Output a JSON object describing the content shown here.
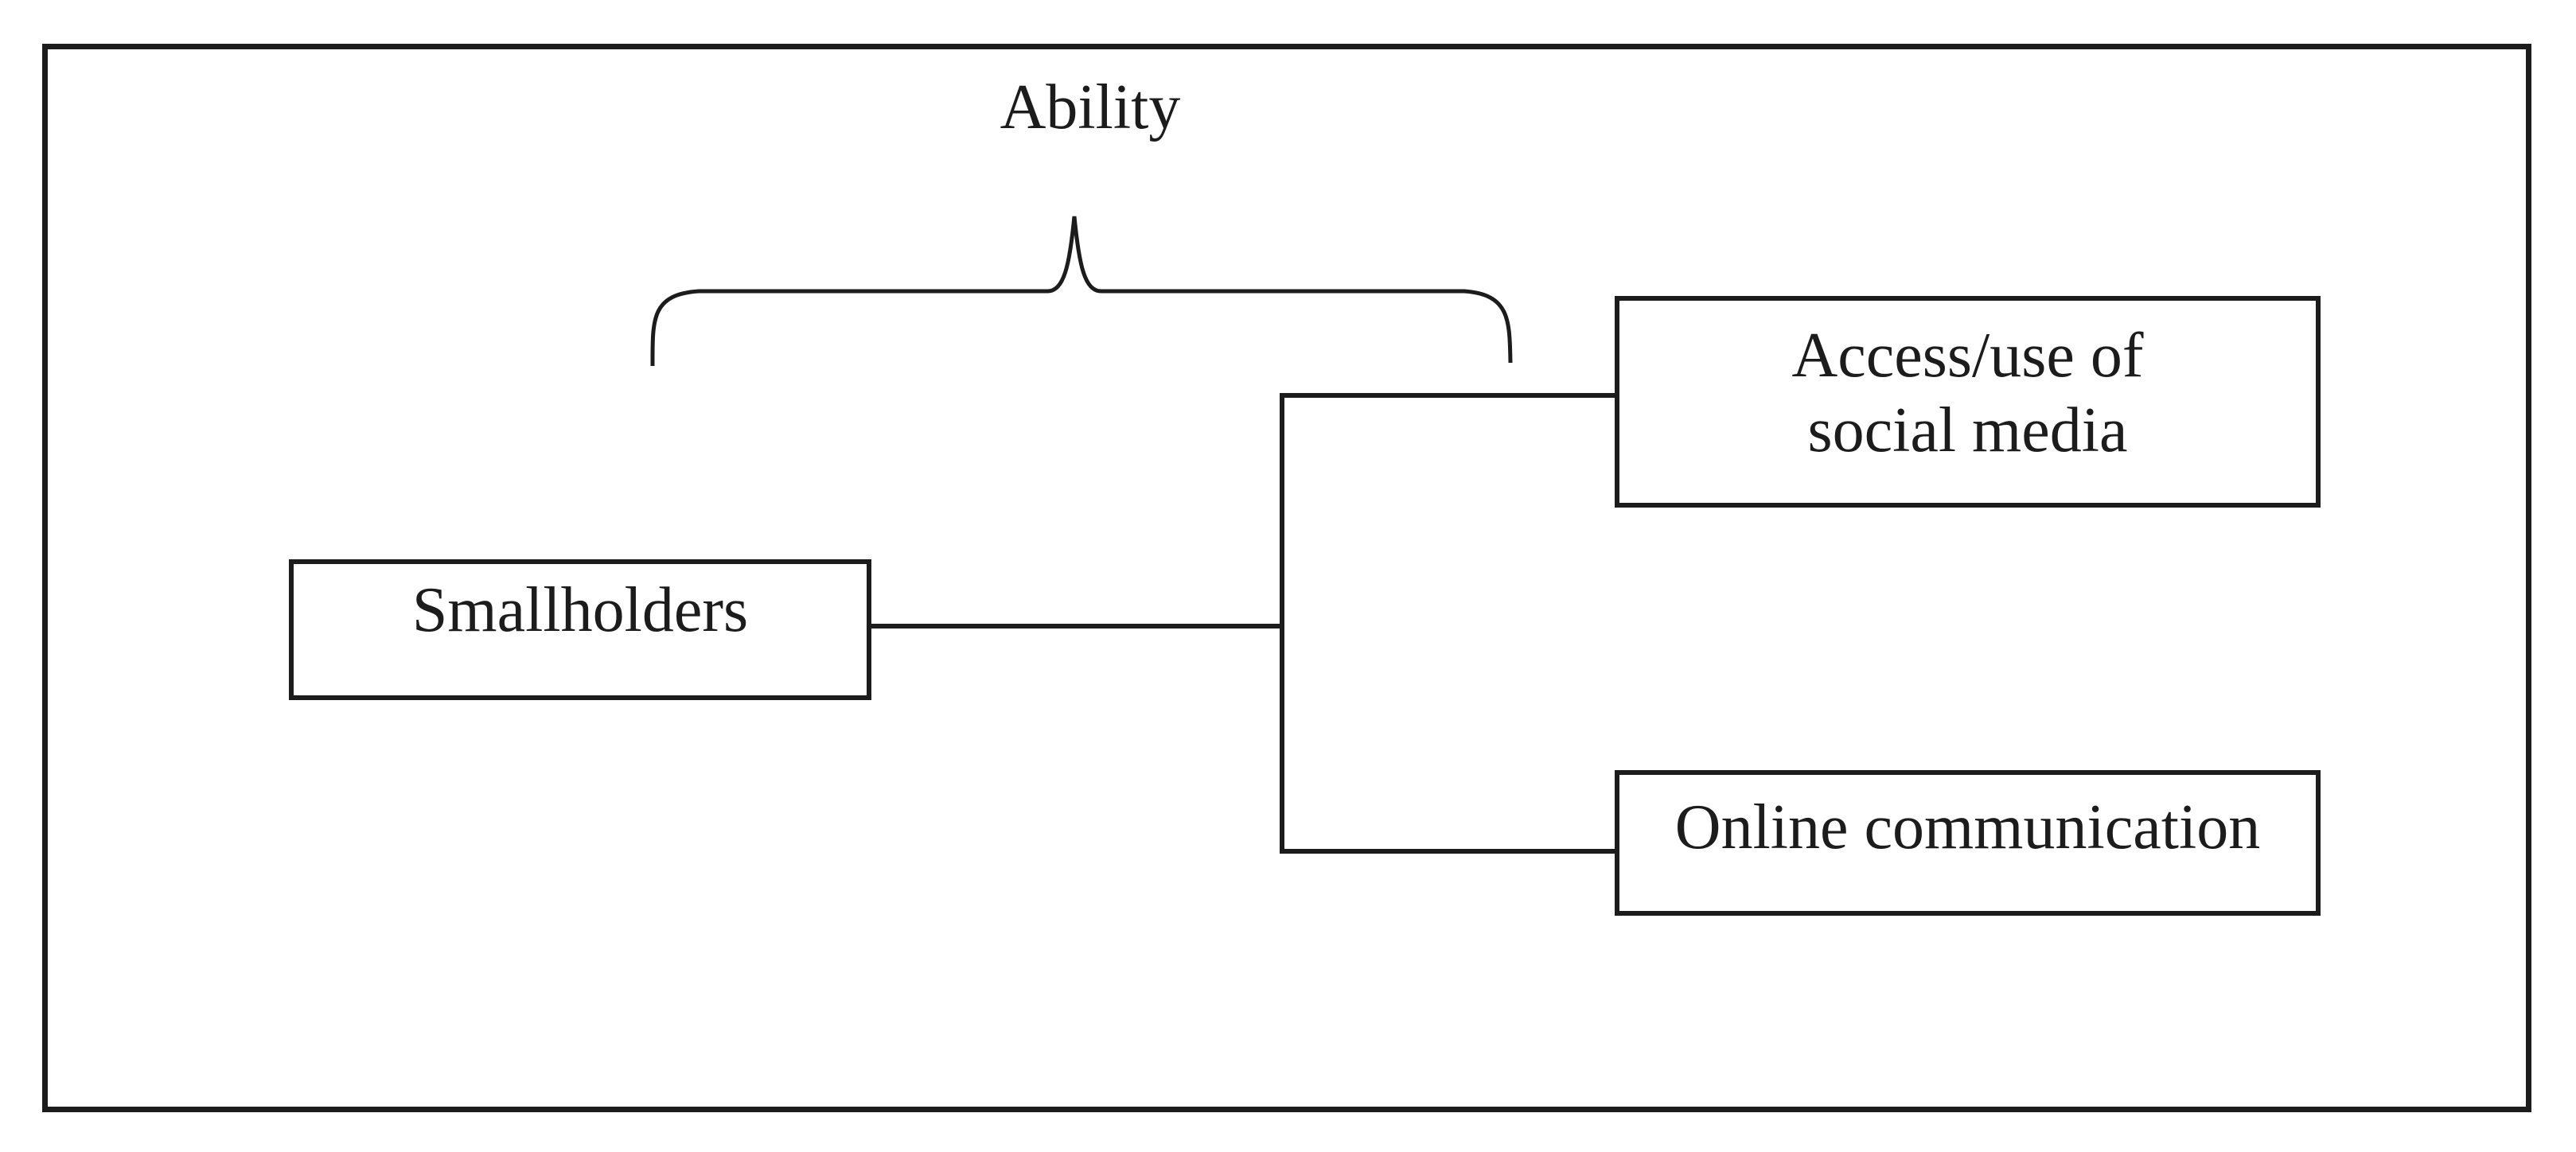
{
  "figure": {
    "ability_label": "Ability",
    "nodes": {
      "smallholders": {
        "label": "Smallholders"
      },
      "access_social_media": {
        "line1": "Access/use of",
        "line2": "social media"
      },
      "online_communication": {
        "label": "Online communication"
      }
    },
    "colors": {
      "ink": "#1c1c1c",
      "background": "#ffffff"
    }
  }
}
